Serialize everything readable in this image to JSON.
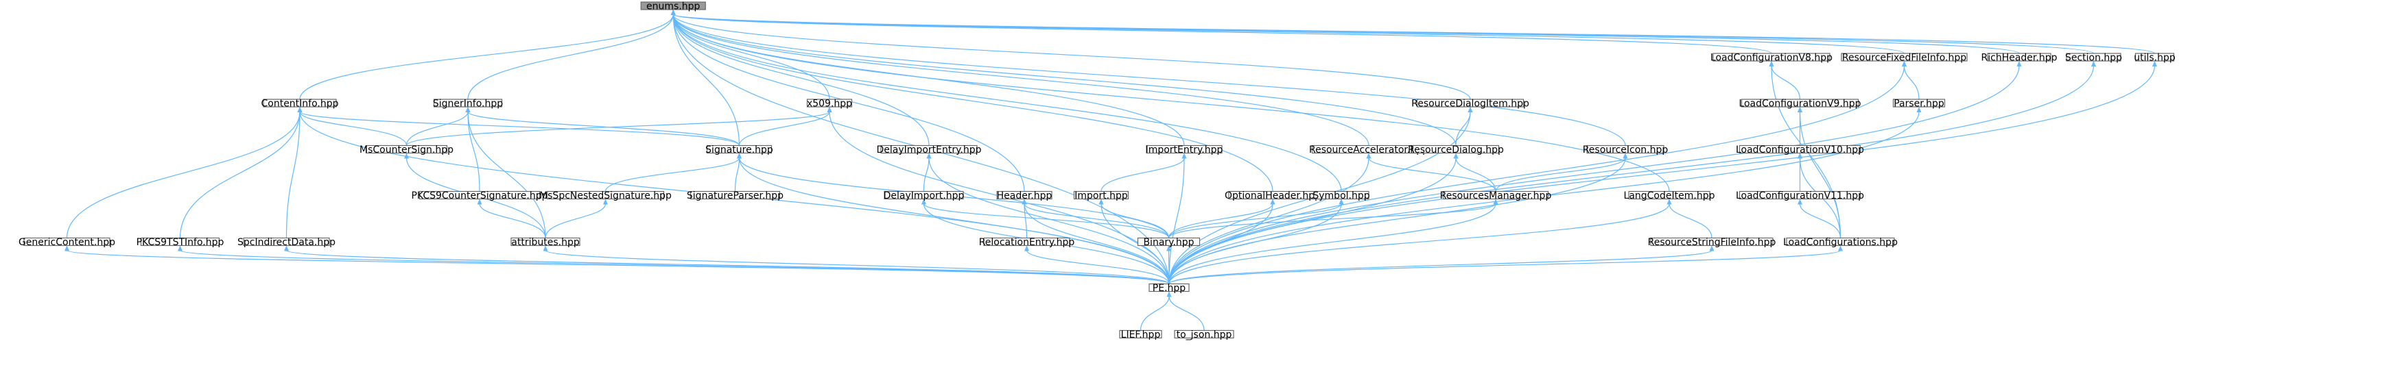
{
  "graph": {
    "title": "",
    "root": "enums",
    "nodes": [
      {
        "id": "enums",
        "label": "enums.hpp",
        "root": true
      },
      {
        "id": "contentinfo",
        "label": "ContentInfo.hpp"
      },
      {
        "id": "signerinfo",
        "label": "SignerInfo.hpp"
      },
      {
        "id": "x509",
        "label": "x509.hpp"
      },
      {
        "id": "signature",
        "label": "Signature.hpp"
      },
      {
        "id": "mscountersign",
        "label": "MsCounterSign.hpp"
      },
      {
        "id": "pkcs9countersignature",
        "label": "PKCS9CounterSignature.hpp"
      },
      {
        "id": "msspcnested",
        "label": "MsSpcNestedSignature.hpp"
      },
      {
        "id": "signatureparser",
        "label": "SignatureParser.hpp"
      },
      {
        "id": "genericcontent",
        "label": "GenericContent.hpp"
      },
      {
        "id": "pkcs9tstinfo",
        "label": "PKCS9TSTInfo.hpp"
      },
      {
        "id": "spcindirectdata",
        "label": "SpcIndirectData.hpp"
      },
      {
        "id": "attributes",
        "label": "attributes.hpp"
      },
      {
        "id": "delayimportentry",
        "label": "DelayImportEntry.hpp"
      },
      {
        "id": "delayimport",
        "label": "DelayImport.hpp"
      },
      {
        "id": "header",
        "label": "Header.hpp"
      },
      {
        "id": "relocationentry",
        "label": "RelocationEntry.hpp"
      },
      {
        "id": "importentry",
        "label": "ImportEntry.hpp"
      },
      {
        "id": "import",
        "label": "Import.hpp"
      },
      {
        "id": "binary",
        "label": "Binary.hpp"
      },
      {
        "id": "optionalheader",
        "label": "OptionalHeader.hpp"
      },
      {
        "id": "symbol",
        "label": "Symbol.hpp"
      },
      {
        "id": "resourceaccelerator",
        "label": "ResourceAccelerator.hpp"
      },
      {
        "id": "resourcedialogitem",
        "label": "ResourceDialogItem.hpp"
      },
      {
        "id": "resourcedialog",
        "label": "ResourceDialog.hpp"
      },
      {
        "id": "resourcesmanager",
        "label": "ResourcesManager.hpp"
      },
      {
        "id": "resourceicon",
        "label": "ResourceIcon.hpp"
      },
      {
        "id": "langcodeitem",
        "label": "LangCodeItem.hpp"
      },
      {
        "id": "resourcestringfileinfo",
        "label": "ResourceStringFileInfo.hpp"
      },
      {
        "id": "loadconfigv8",
        "label": "LoadConfigurationV8.hpp"
      },
      {
        "id": "loadconfigv9",
        "label": "LoadConfigurationV9.hpp"
      },
      {
        "id": "loadconfigv10",
        "label": "LoadConfigurationV10.hpp"
      },
      {
        "id": "loadconfigv11",
        "label": "LoadConfigurationV11.hpp"
      },
      {
        "id": "loadconfigurations",
        "label": "LoadConfigurations.hpp"
      },
      {
        "id": "resourcefixedfileinfo",
        "label": "ResourceFixedFileInfo.hpp"
      },
      {
        "id": "parser",
        "label": "Parser.hpp"
      },
      {
        "id": "richheader",
        "label": "RichHeader.hpp"
      },
      {
        "id": "section",
        "label": "Section.hpp"
      },
      {
        "id": "utils",
        "label": "utils.hpp"
      },
      {
        "id": "pe",
        "label": "PE.hpp"
      },
      {
        "id": "lief",
        "label": "LIEF.hpp"
      },
      {
        "id": "tojson",
        "label": "to_json.hpp"
      }
    ],
    "edges": [
      [
        "enums",
        "pe"
      ],
      [
        "enums",
        "contentinfo"
      ],
      [
        "enums",
        "signerinfo"
      ],
      [
        "enums",
        "x509"
      ],
      [
        "enums",
        "signature"
      ],
      [
        "enums",
        "delayimportentry"
      ],
      [
        "enums",
        "importentry"
      ],
      [
        "enums",
        "header"
      ],
      [
        "enums",
        "optionalheader"
      ],
      [
        "enums",
        "symbol"
      ],
      [
        "enums",
        "resourceaccelerator"
      ],
      [
        "enums",
        "resourcedialogitem"
      ],
      [
        "enums",
        "resourcedialog"
      ],
      [
        "enums",
        "resourceicon"
      ],
      [
        "enums",
        "langcodeitem"
      ],
      [
        "enums",
        "loadconfigv8"
      ],
      [
        "enums",
        "resourcefixedfileinfo"
      ],
      [
        "enums",
        "richheader"
      ],
      [
        "enums",
        "section"
      ],
      [
        "enums",
        "utils"
      ],
      [
        "contentinfo",
        "genericcontent"
      ],
      [
        "contentinfo",
        "pkcs9tstinfo"
      ],
      [
        "contentinfo",
        "spcindirectdata"
      ],
      [
        "contentinfo",
        "mscountersign"
      ],
      [
        "contentinfo",
        "signature"
      ],
      [
        "contentinfo",
        "pe"
      ],
      [
        "signerinfo",
        "mscountersign"
      ],
      [
        "signerinfo",
        "signature"
      ],
      [
        "signerinfo",
        "pkcs9countersignature"
      ],
      [
        "signerinfo",
        "attributes"
      ],
      [
        "x509",
        "signature"
      ],
      [
        "x509",
        "mscountersign"
      ],
      [
        "x509",
        "pe"
      ],
      [
        "signature",
        "msspcnested"
      ],
      [
        "signature",
        "signatureparser"
      ],
      [
        "signature",
        "binary"
      ],
      [
        "signature",
        "pe"
      ],
      [
        "mscountersign",
        "attributes"
      ],
      [
        "pkcs9countersignature",
        "attributes"
      ],
      [
        "msspcnested",
        "attributes"
      ],
      [
        "genericcontent",
        "pe"
      ],
      [
        "pkcs9tstinfo",
        "pe"
      ],
      [
        "spcindirectdata",
        "pe"
      ],
      [
        "attributes",
        "pe"
      ],
      [
        "delayimportentry",
        "delayimport"
      ],
      [
        "delayimportentry",
        "pe"
      ],
      [
        "delayimport",
        "binary"
      ],
      [
        "delayimport",
        "pe"
      ],
      [
        "header",
        "relocationentry"
      ],
      [
        "header",
        "binary"
      ],
      [
        "header",
        "pe"
      ],
      [
        "relocationentry",
        "pe"
      ],
      [
        "importentry",
        "import"
      ],
      [
        "importentry",
        "pe"
      ],
      [
        "import",
        "binary"
      ],
      [
        "import",
        "pe"
      ],
      [
        "optionalheader",
        "binary"
      ],
      [
        "optionalheader",
        "pe"
      ],
      [
        "symbol",
        "binary"
      ],
      [
        "symbol",
        "pe"
      ],
      [
        "binary",
        "pe"
      ],
      [
        "resourceaccelerator",
        "resourcesmanager"
      ],
      [
        "resourceaccelerator",
        "pe"
      ],
      [
        "resourcedialogitem",
        "resourcedialog"
      ],
      [
        "resourcedialogitem",
        "pe"
      ],
      [
        "resourcedialog",
        "resourcesmanager"
      ],
      [
        "resourcedialog",
        "pe"
      ],
      [
        "resourceicon",
        "resourcesmanager"
      ],
      [
        "resourceicon",
        "pe"
      ],
      [
        "resourcesmanager",
        "binary"
      ],
      [
        "resourcesmanager",
        "pe"
      ],
      [
        "langcodeitem",
        "resourcestringfileinfo"
      ],
      [
        "langcodeitem",
        "pe"
      ],
      [
        "resourcestringfileinfo",
        "pe"
      ],
      [
        "loadconfigv8",
        "loadconfigv9"
      ],
      [
        "loadconfigv8",
        "loadconfigurations"
      ],
      [
        "loadconfigv9",
        "loadconfigv10"
      ],
      [
        "loadconfigv9",
        "loadconfigurations"
      ],
      [
        "loadconfigv10",
        "loadconfigv11"
      ],
      [
        "loadconfigv10",
        "loadconfigurations"
      ],
      [
        "loadconfigv11",
        "loadconfigurations"
      ],
      [
        "loadconfigurations",
        "pe"
      ],
      [
        "resourcefixedfileinfo",
        "parser"
      ],
      [
        "resourcefixedfileinfo",
        "pe"
      ],
      [
        "parser",
        "pe"
      ],
      [
        "richheader",
        "pe"
      ],
      [
        "section",
        "pe"
      ],
      [
        "utils",
        "pe"
      ],
      [
        "pe",
        "lief"
      ],
      [
        "pe",
        "tojson"
      ]
    ],
    "colors": {
      "edge": "#63B8FF",
      "node_border": "#666666",
      "root_fill": "#999999",
      "node_fill": "#ffffff"
    }
  }
}
